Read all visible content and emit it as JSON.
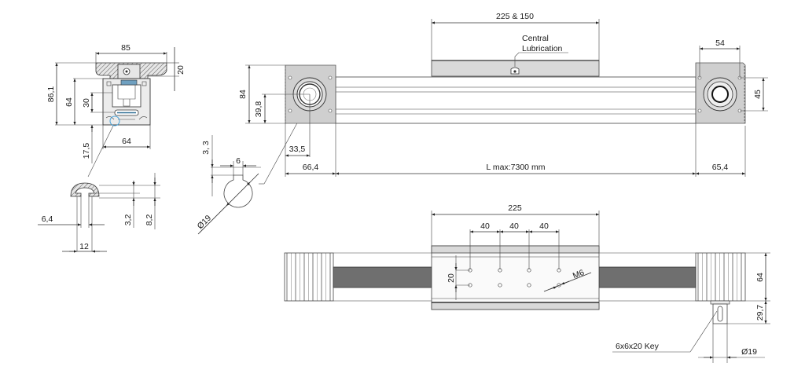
{
  "drawing": {
    "title": "Linear actuator technical drawing",
    "colors": {
      "line": "#333333",
      "housing": "#d9d9d9",
      "belt": "#6f6f6f",
      "detail_circle": "#4aa3d8"
    }
  },
  "profile_view": {
    "dims": {
      "width_top": "85",
      "height_top": "20",
      "overall_height": "86,1",
      "profile_height": "64",
      "slot_height": "30",
      "bottom_offset": "17,5",
      "profile_width": "64"
    }
  },
  "cover_detail": {
    "dims": {
      "slot_width": "6,4",
      "width": "12",
      "inner_height": "3,2",
      "outer_height": "8,2"
    }
  },
  "shaft_detail": {
    "dims": {
      "key_depth": "3, 3",
      "key_width": "6",
      "diameter": "Ø19"
    }
  },
  "front_view": {
    "dims": {
      "carriage_length": "225 & 150",
      "central_lubrication_label": "Central\nLubrication",
      "central_lubrication_line1": "Central",
      "central_lubrication_line2": "Lubrication",
      "end_height": "84",
      "shaft_height": "39,8",
      "shaft_offset": "33,5",
      "left_end_length": "66,4",
      "max_length": "L max:7300 mm",
      "right_end_length": "65,4",
      "right_hole_spacing_h": "54",
      "right_hole_spacing_v": "45"
    }
  },
  "top_view": {
    "dims": {
      "carriage_length": "225",
      "hole_pitch": [
        "40",
        "40",
        "40"
      ],
      "hole_row_spacing": "20",
      "thread": "M6",
      "height": "64",
      "shaft_length": "29,7",
      "shaft_diameter": "Ø19",
      "key": "6x6x20 Key"
    }
  }
}
